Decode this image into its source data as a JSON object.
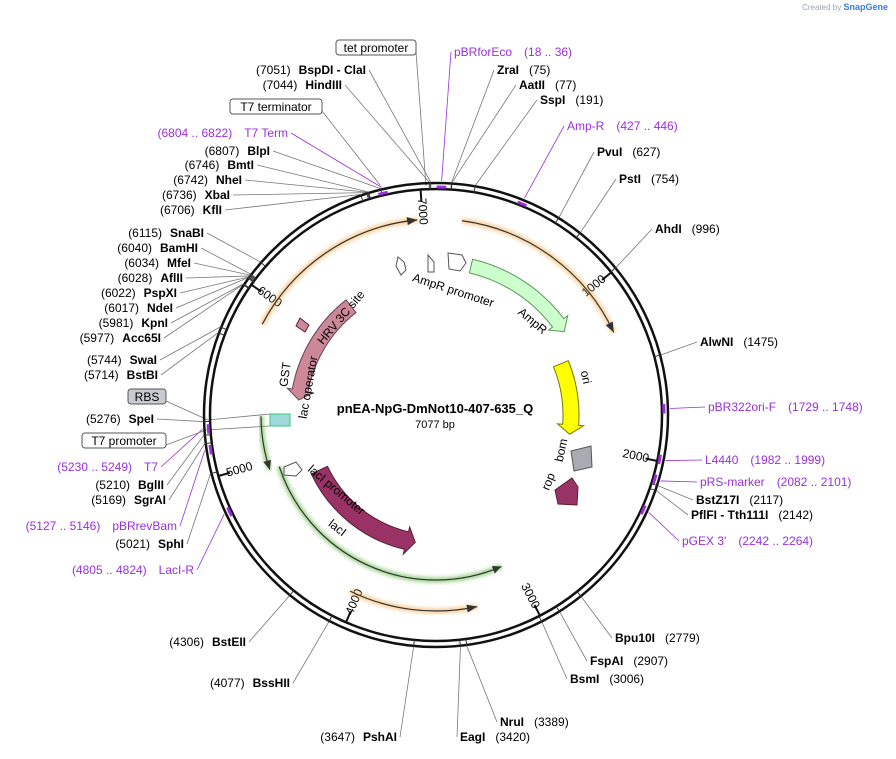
{
  "credit": {
    "prefix": "Created by",
    "brand": "SnapGene"
  },
  "plasmid": {
    "name": "pnEA-NpG-DmNot10-407-635_Q",
    "length": "7077 bp"
  },
  "ticks": [
    "1000",
    "2000",
    "3000",
    "4000",
    "5000",
    "6000",
    "7000"
  ],
  "enzymes": [
    {
      "name": "ZraI",
      "pos": "(75)"
    },
    {
      "name": "AatII",
      "pos": "(77)"
    },
    {
      "name": "SspI",
      "pos": "(191)"
    },
    {
      "name": "PvuI",
      "pos": "(627)"
    },
    {
      "name": "PstI",
      "pos": "(754)"
    },
    {
      "name": "AhdI",
      "pos": "(996)"
    },
    {
      "name": "AlwNI",
      "pos": "(1475)"
    },
    {
      "name": "BstZ17I",
      "pos": "(2117)"
    },
    {
      "name": "PflFI - Tth111I",
      "pos": "(2142)"
    },
    {
      "name": "Bpu10I",
      "pos": "(2779)"
    },
    {
      "name": "FspAI",
      "pos": "(2907)"
    },
    {
      "name": "BsmI",
      "pos": "(3006)"
    },
    {
      "name": "NruI",
      "pos": "(3389)"
    },
    {
      "name": "EagI",
      "pos": "(3420)"
    },
    {
      "name": "PshAI",
      "pos": "(3647)"
    },
    {
      "name": "BssHII",
      "pos": "(4077)"
    },
    {
      "name": "BstEII",
      "pos": "(4306)"
    },
    {
      "name": "SphI",
      "pos": "(5021)"
    },
    {
      "name": "SgrAI",
      "pos": "(5169)"
    },
    {
      "name": "BglII",
      "pos": "(5210)"
    },
    {
      "name": "SpeI",
      "pos": "(5276)"
    },
    {
      "name": "BstBI",
      "pos": "(5714)"
    },
    {
      "name": "SwaI",
      "pos": "(5744)"
    },
    {
      "name": "Acc65I",
      "pos": "(5977)"
    },
    {
      "name": "KpnI",
      "pos": "(5981)"
    },
    {
      "name": "NdeI",
      "pos": "(6017)"
    },
    {
      "name": "PspXI",
      "pos": "(6022)"
    },
    {
      "name": "AflII",
      "pos": "(6028)"
    },
    {
      "name": "MfeI",
      "pos": "(6034)"
    },
    {
      "name": "BamHI",
      "pos": "(6040)"
    },
    {
      "name": "SnaBI",
      "pos": "(6115)"
    },
    {
      "name": "KflI",
      "pos": "(6706)"
    },
    {
      "name": "XbaI",
      "pos": "(6736)"
    },
    {
      "name": "NheI",
      "pos": "(6742)"
    },
    {
      "name": "BmtI",
      "pos": "(6746)"
    },
    {
      "name": "BlpI",
      "pos": "(6807)"
    },
    {
      "name": "HindIII",
      "pos": "(7044)"
    },
    {
      "name": "BspDI - ClaI",
      "pos": "(7051)"
    }
  ],
  "primers": [
    {
      "name": "pBRforEco",
      "range": "(18 .. 36)"
    },
    {
      "name": "Amp-R",
      "range": "(427 .. 446)"
    },
    {
      "name": "pBR322ori-F",
      "range": "(1729 .. 1748)"
    },
    {
      "name": "L4440",
      "range": "(1982 .. 1999)"
    },
    {
      "name": "pRS-marker",
      "range": "(2082 .. 2101)"
    },
    {
      "name": "pGEX 3'",
      "range": "(2242 .. 2264)"
    },
    {
      "name": "LacI-R",
      "range": "(4805 .. 4824)"
    },
    {
      "name": "pBRrevBam",
      "range": "(5127 .. 5146)"
    },
    {
      "name": "T7",
      "range": "(5230 .. 5249)"
    },
    {
      "name": "T7 Term",
      "range": "(6804 .. 6822)"
    }
  ],
  "boxed_features": {
    "tet_promoter": "tet promoter",
    "t7_terminator": "T7 terminator",
    "rbs": "RBS",
    "t7_promoter": "T7 promoter"
  },
  "features": {
    "ampr_promoter": "AmpR promoter",
    "ampr": "AmpR",
    "ori": "ori",
    "bom": "bom",
    "rop": "rop",
    "laci": "lacI",
    "laci_promoter": "lacI promoter",
    "lac_operator": "lac operator",
    "gst": "GST",
    "hrv": "HRV 3C site"
  },
  "colors": {
    "ampr": "#ccffcc",
    "ori": "#ffff00",
    "laci": "#993366",
    "rop": "#993366",
    "gst": "#cc8899",
    "bom": "#a8abb3",
    "primer": "#9a2fdc",
    "orf_orange": "#f0a030",
    "orf_green": "#44aa22"
  }
}
